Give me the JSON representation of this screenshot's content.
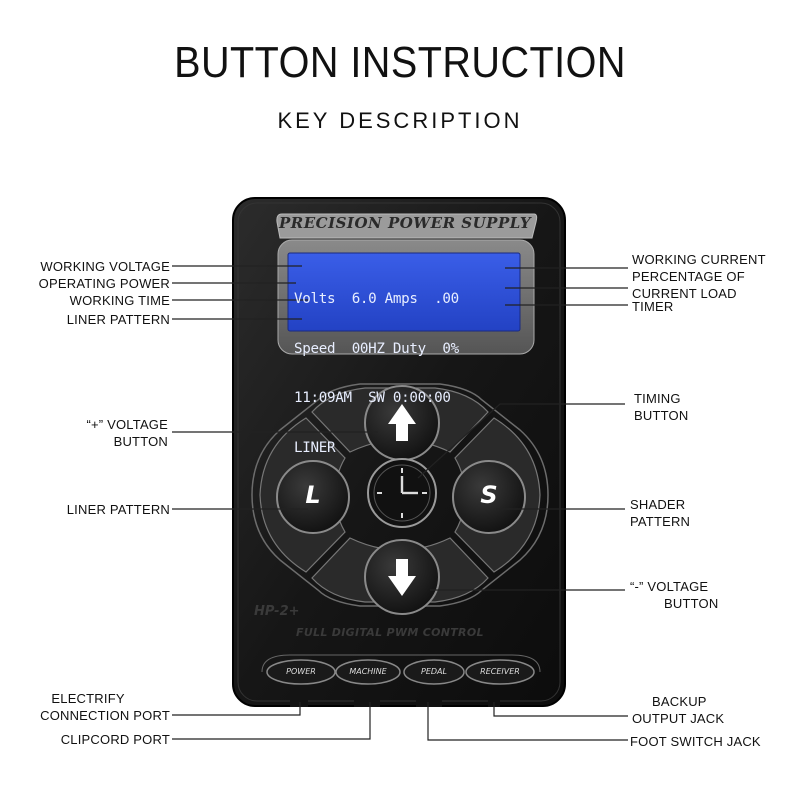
{
  "header": {
    "title": "BUTTON INSTRUCTION",
    "subtitle": "KEY DESCRIPTION"
  },
  "device": {
    "brand": "PRECISION POWER SUPPLY",
    "model": "HP-2+",
    "tagline": "FULL DIGITAL PWM CONTROL",
    "lcd": {
      "line1": "Volts  6.0 Amps  .00",
      "line2": "Speed  00HZ Duty  0%",
      "line3": "11:09AM  SW 0:00:00",
      "line4": "LINER"
    },
    "buttons": {
      "liner": "L",
      "shader": "S"
    },
    "ports": [
      "POWER",
      "MACHINE",
      "PEDAL",
      "RECEIVER"
    ]
  },
  "labels": {
    "working_voltage": "WORKING VOLTAGE",
    "operating_power": "OPERATING POWER",
    "working_time": "WORKING TIME",
    "liner_pattern_top": "LINER PATTERN",
    "working_current": "WORKING CURRENT",
    "percentage_of": "PERCENTAGE OF",
    "current_load": "CURRENT LOAD",
    "timer": "TIMER",
    "plus_voltage_1": "“+”  VOLTAGE",
    "plus_voltage_2": "BUTTON",
    "liner_pattern": "LINER PATTERN",
    "timing_1": "TIMING",
    "timing_2": "BUTTON",
    "shader_1": "SHADER",
    "shader_2": "PATTERN",
    "minus_voltage_1": "“-”  VOLTAGE",
    "minus_voltage_2": "BUTTON",
    "electrify_1": "ELECTRIFY",
    "electrify_2": "CONNECTION PORT",
    "clipcord": "CLIPCORD PORT",
    "backup_1": "BACKUP",
    "backup_2": "OUTPUT JACK",
    "foot_switch": "FOOT SWITCH JACK"
  },
  "colors": {
    "body": "#1a1a1a",
    "lcd": "#2f4fd6",
    "button_face": "#2b2b2b"
  }
}
